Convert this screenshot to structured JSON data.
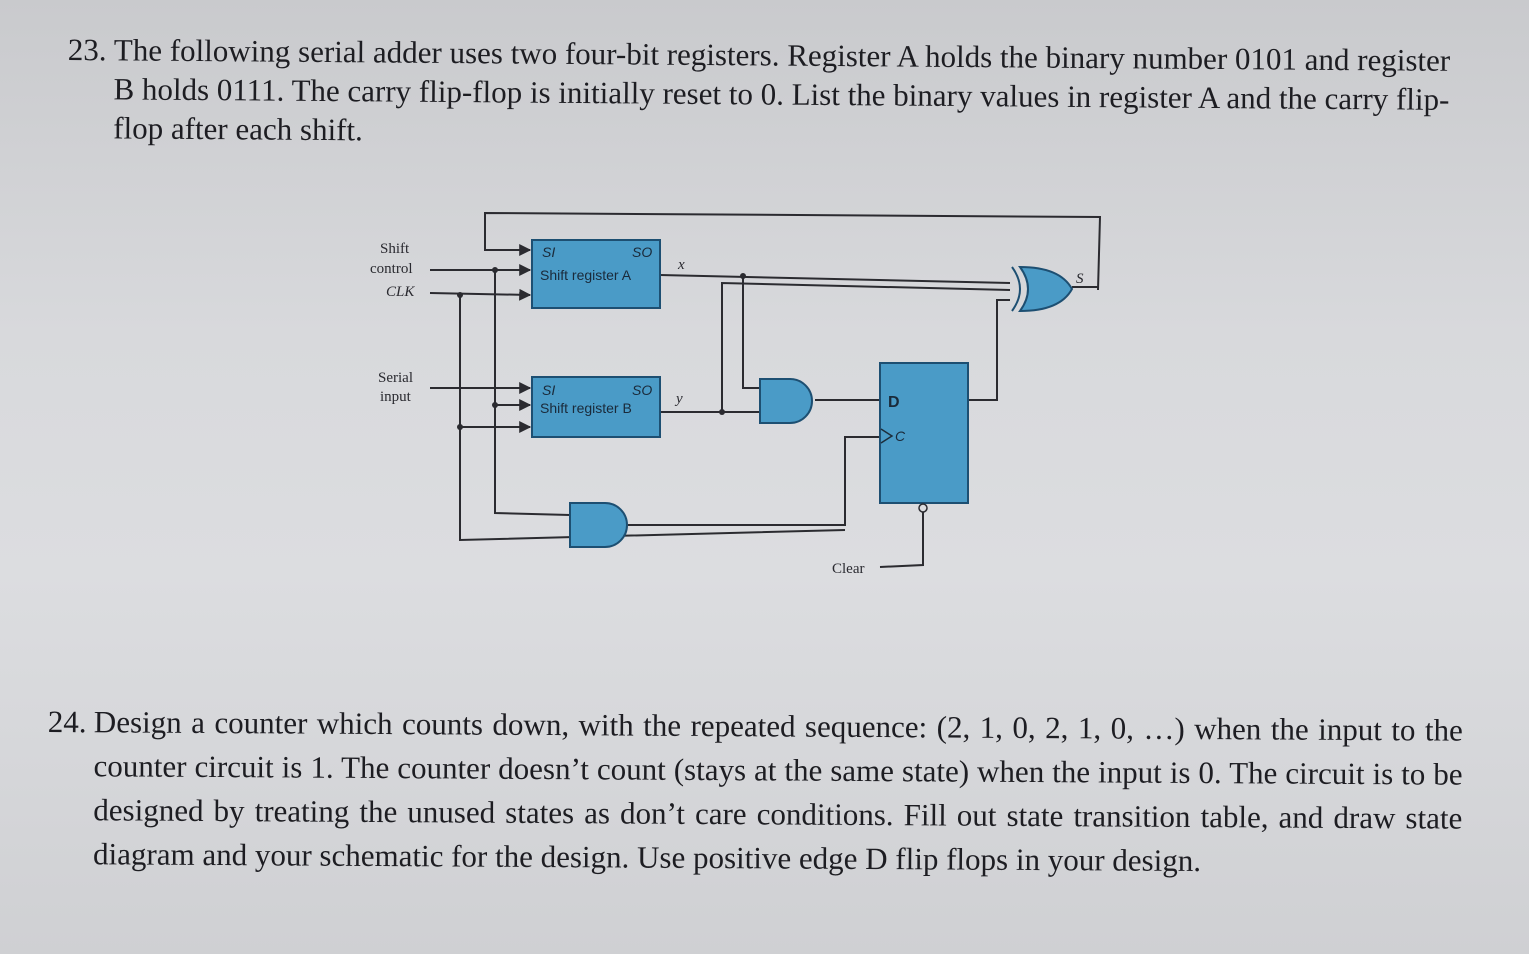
{
  "problem23": {
    "number": "23.",
    "text": "The following serial adder uses two four-bit registers. Register A holds the binary number 0101 and register B holds 0111. The carry flip-flop is initially reset to 0. List the binary values in register A and the carry flip-flop after each shift."
  },
  "diagram": {
    "shift_control_line1": "Shift",
    "shift_control_line2": "control",
    "clk_label": "CLK",
    "serial_input_line1": "Serial",
    "serial_input_line2": "input",
    "reg_a_si": "SI",
    "reg_a_so": "SO",
    "reg_a_name": "Shift register A",
    "reg_b_si": "SI",
    "reg_b_so": "SO",
    "reg_b_name": "Shift register B",
    "x_label": "x",
    "y_label": "y",
    "s_label": "S",
    "d_label": "D",
    "c_label": "C",
    "clear_label": "Clear",
    "colors": {
      "block_fill": "#4a9bc7",
      "block_stroke": "#1d4f72",
      "wire": "#2b2b30"
    }
  },
  "problem24": {
    "number": "24.",
    "text": "Design a counter which counts down, with the repeated sequence: (2, 1, 0, 2, 1, 0, …) when the input to the counter circuit is 1. The counter doesn’t count (stays at the same state) when the input is 0. The circuit is to be designed by treating the unused states as don’t care conditions. Fill out state transition table, and draw state diagram and your schematic for the design. Use positive edge D flip flops in your design."
  }
}
